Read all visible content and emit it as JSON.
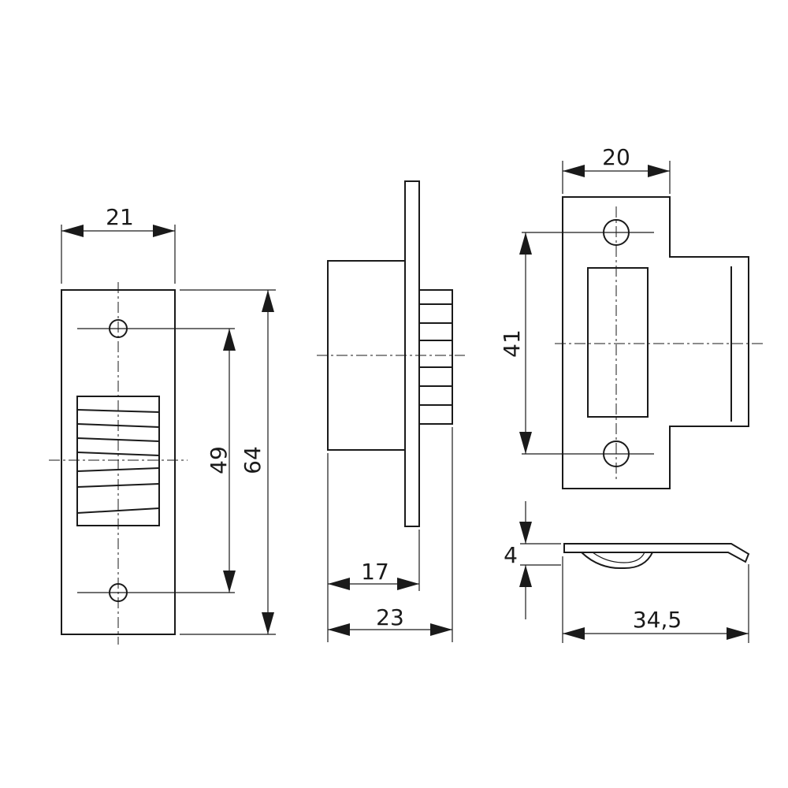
{
  "drawing": {
    "dimensions": {
      "front_width": "21",
      "front_hole_spacing": "49",
      "front_height": "64",
      "side_depth_inner": "17",
      "side_depth_total": "23",
      "keeper_width": "20",
      "keeper_hole_spacing": "41",
      "keeper_thickness": "4",
      "keeper_length": "34,5"
    },
    "colors": {
      "line": "#1a1a1a",
      "background": "#ffffff"
    }
  }
}
